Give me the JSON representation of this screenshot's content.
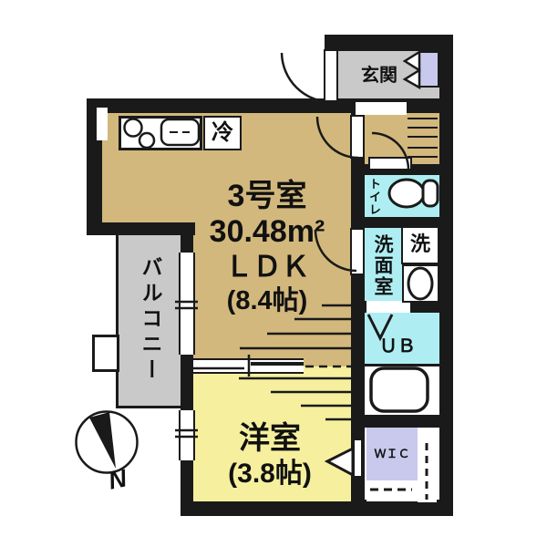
{
  "plan": {
    "labels": {
      "room_number": "3号室",
      "area": "30.48m²",
      "layout": "ＬＤＫ",
      "ldk_size": "(8.4帖)",
      "genkan": "玄関",
      "refrigerator": "冷",
      "balcony": "バルコニー",
      "western_room": "洋室",
      "western_room_size": "(3.8帖)",
      "toilet": "トイレ",
      "washroom": "洗面室",
      "washer": "洗",
      "unit_bath": "ＵＢ",
      "walk_in_closet": "ＷＩＣ",
      "compass_north": "N"
    },
    "colors": {
      "wall": "#1a1a1a",
      "ldk_floor": "#d2b87c",
      "western_room_floor": "#f6f09e",
      "wet_area_floor": "#aeeef2",
      "balcony_floor": "#c9c9c9",
      "genkan_floor": "#c9c9c9",
      "closet_floor": "#c9c9ee"
    }
  }
}
